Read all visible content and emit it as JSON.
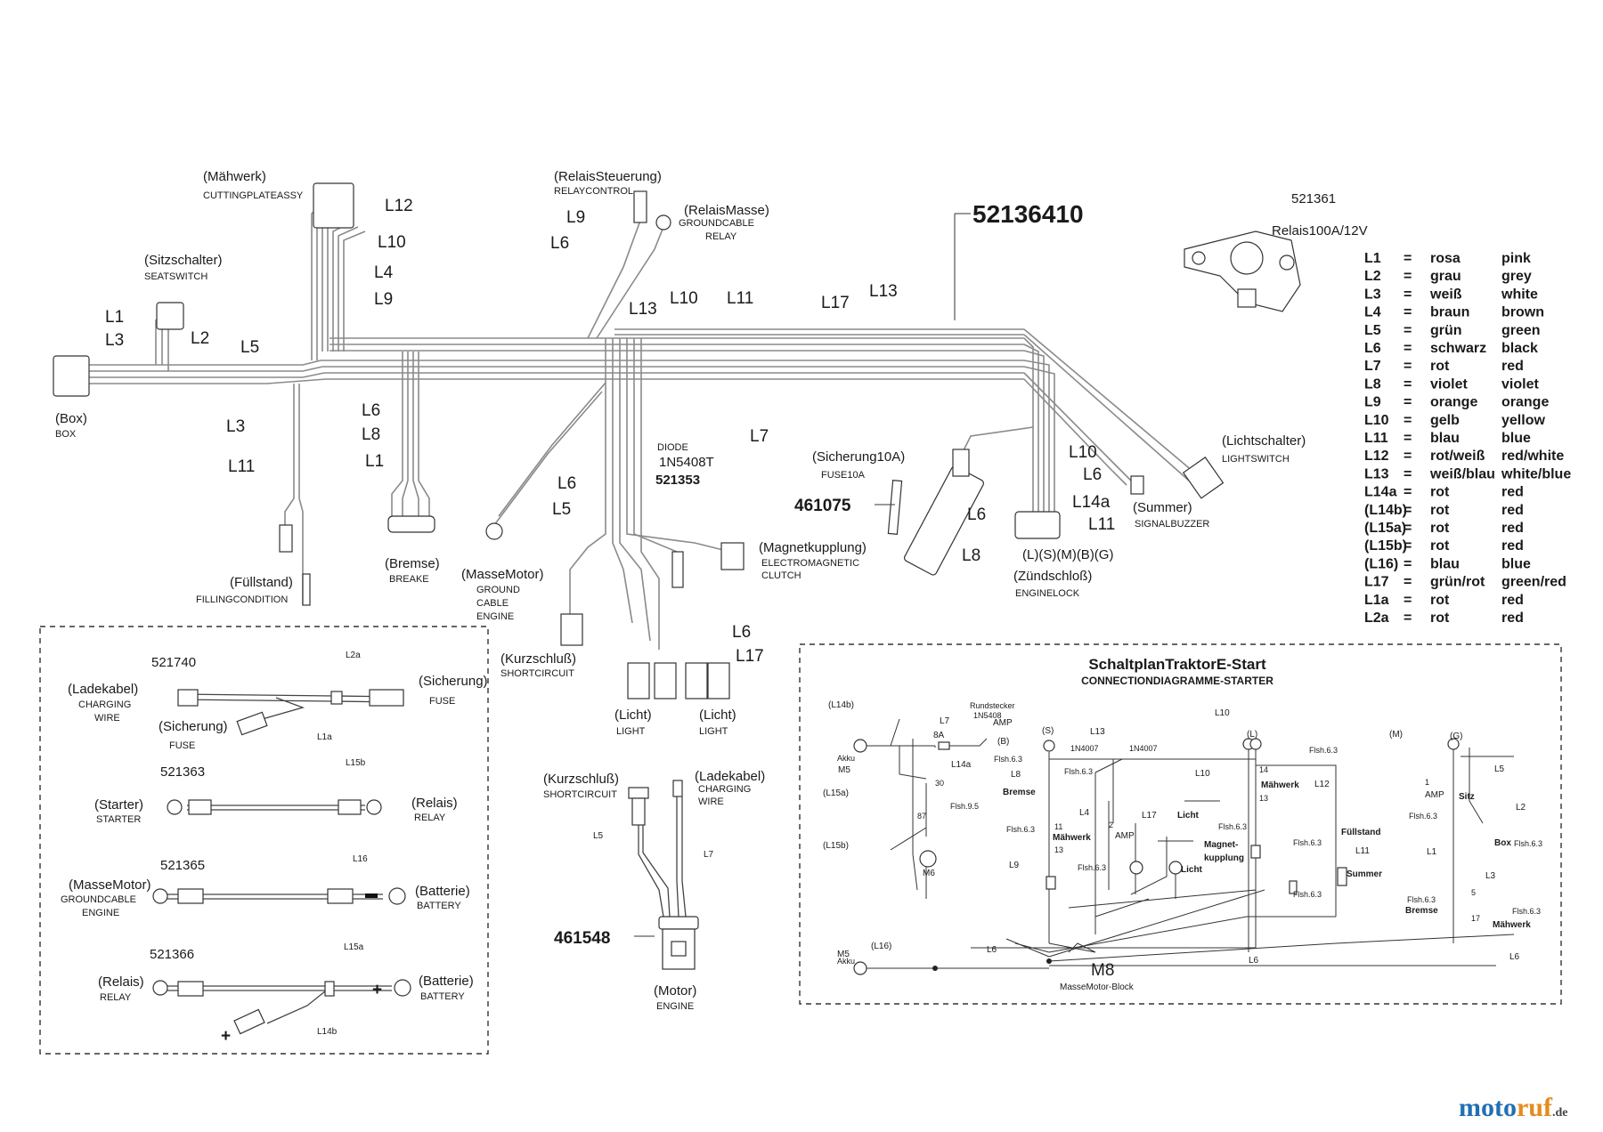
{
  "part_number": "52136410",
  "relay": {
    "number": "521361",
    "spec": "Relais100A/12V"
  },
  "components": {
    "maehwerk": {
      "de": "(Mähwerk)",
      "en": "CUTTINGPLATEASSY"
    },
    "relais_steuerung": {
      "de": "(RelaisSteuerung)",
      "en": "RELAYCONTROL"
    },
    "relais_masse": {
      "de": "(RelaisMasse)",
      "en1": "GROUNDCABLE",
      "en2": "RELAY"
    },
    "sitzschalter": {
      "de": "(Sitzschalter)",
      "en": "SEATSWITCH"
    },
    "box": {
      "de": "(Box)",
      "en": "BOX"
    },
    "fuellstand": {
      "de": "(Füllstand)",
      "en": "FILLINGCONDITION"
    },
    "bremse": {
      "de": "(Bremse)",
      "en": "BREAKE"
    },
    "masse_motor": {
      "de": "(MasseMotor)",
      "en1": "GROUND",
      "en2": "CABLE",
      "en3": "ENGINE"
    },
    "diode": {
      "label": "DIODE",
      "type": "1N5408T",
      "number": "521353"
    },
    "sicherung10a": {
      "de": "(Sicherung10A)",
      "en": "FUSE10A",
      "number": "461075"
    },
    "magnetkupplung": {
      "de": "(Magnetkupplung)",
      "en1": "ELECTROMAGNETIC",
      "en2": "CLUTCH"
    },
    "kurzschluss": {
      "de": "(Kurzschluß)",
      "en": "SHORTCIRCUIT"
    },
    "licht1": {
      "de": "(Licht)",
      "en": "LIGHT"
    },
    "licht2": {
      "de": "(Licht)",
      "en": "LIGHT"
    },
    "lichtschalter": {
      "de": "(Lichtschalter)",
      "en": "LIGHTSWITCH"
    },
    "summer": {
      "de": "(Summer)",
      "en": "SIGNALBUZZER"
    },
    "zuendschloss": {
      "pins": "(L)(S)(M)(B)(G)",
      "de": "(Zündschloß)",
      "en": "ENGINELOCK"
    }
  },
  "wire_labels": [
    "L1",
    "L2",
    "L3",
    "L4",
    "L5",
    "L6",
    "L7",
    "L8",
    "L9",
    "L10",
    "L11",
    "L12",
    "L13",
    "L14a",
    "L17"
  ],
  "color_key": [
    {
      "code": "L1",
      "de": "rosa",
      "en": "pink"
    },
    {
      "code": "L2",
      "de": "grau",
      "en": "grey"
    },
    {
      "code": "L3",
      "de": "weiß",
      "en": "white"
    },
    {
      "code": "L4",
      "de": "braun",
      "en": "brown"
    },
    {
      "code": "L5",
      "de": "grün",
      "en": "green"
    },
    {
      "code": "L6",
      "de": "schwarz",
      "en": "black"
    },
    {
      "code": "L7",
      "de": "rot",
      "en": "red"
    },
    {
      "code": "L8",
      "de": "violet",
      "en": "violet"
    },
    {
      "code": "L9",
      "de": "orange",
      "en": "orange"
    },
    {
      "code": "L10",
      "de": "gelb",
      "en": "yellow"
    },
    {
      "code": "L11",
      "de": "blau",
      "en": "blue"
    },
    {
      "code": "L12",
      "de": "rot/weiß",
      "en": "red/white"
    },
    {
      "code": "L13",
      "de": "weiß/blau",
      "en": "white/blue"
    },
    {
      "code": "L14a",
      "de": "rot",
      "en": "red"
    },
    {
      "code": "(L14b)",
      "de": "rot",
      "en": "red"
    },
    {
      "code": "(L15a)",
      "de": "rot",
      "en": "red"
    },
    {
      "code": "(L15b)",
      "de": "rot",
      "en": "red"
    },
    {
      "code": "(L16)",
      "de": "blau",
      "en": "blue"
    },
    {
      "code": "L17",
      "de": "grün/rot",
      "en": "green/red"
    },
    {
      "code": "L1a",
      "de": "rot",
      "en": "red"
    },
    {
      "code": "L2a",
      "de": "rot",
      "en": "red"
    }
  ],
  "eq": "=",
  "cables": [
    {
      "number": "521740",
      "wire": "L2a",
      "wire2": "L1a",
      "left_de": "(Ladekabel)",
      "left_en1": "CHARGING",
      "left_en2": "WIRE",
      "right_de": "(Sicherung)",
      "right_en": "FUSE",
      "mid_de": "(Sicherung)",
      "mid_en": "FUSE"
    },
    {
      "number": "521363",
      "wire": "L15b",
      "left_de": "(Starter)",
      "left_en": "STARTER",
      "right_de": "(Relais)",
      "right_en": "RELAY"
    },
    {
      "number": "521365",
      "wire": "L16",
      "left_de": "(MasseMotor)",
      "left_en1": "GROUNDCABLE",
      "left_en2": "ENGINE",
      "right_de": "(Batterie)",
      "right_en": "BATTERY"
    },
    {
      "number": "521366",
      "wire": "L15a",
      "wire2": "L14b",
      "left_de": "(Relais)",
      "left_en": "RELAY",
      "right_de": "(Batterie)",
      "right_en": "BATTERY"
    }
  ],
  "engine_harness": {
    "number": "461548",
    "left_de": "(Kurzschluß)",
    "left_en": "SHORTCIRCUIT",
    "right_de": "(Ladekabel)",
    "right_en1": "CHARGING",
    "right_en2": "WIRE",
    "wire_a": "L5",
    "wire_b": "L7",
    "bottom_de": "(Motor)",
    "bottom_en": "ENGINE"
  },
  "schematic": {
    "title": "SchaltplanTraktorE-Start",
    "subtitle": "CONNECTIONDIAGRAMME-STARTER",
    "labels": {
      "l14b": "(L14b)",
      "akku": "Akku",
      "m5": "M5",
      "l15a": "(L15a)",
      "l15b": "(L15b)",
      "m6": "M6",
      "l7": "L7",
      "fuse8a": "8A",
      "rundstecker": "Rundstecker",
      "diode1": "1N5408",
      "amp": "AMP",
      "b": "(B)",
      "l14a": "L14a",
      "flsh63": "Flsh.6.3",
      "flsh95": "Flsh.9.5",
      "s": "(S)",
      "l8": "L8",
      "bremse": "Bremse",
      "l13": "L13",
      "d1": "1N4007",
      "d2": "1N4007",
      "l": "(L)",
      "l10": "L10",
      "maehwerk": "Mähwerk",
      "l12": "L12",
      "m": "(M)",
      "g": "(G)",
      "l5": "L5",
      "amp2": "AMP",
      "sitz": "Sitz",
      "l2": "L2",
      "box": "Box",
      "l1": "L1",
      "l3": "L3",
      "l4": "L4",
      "l17": "L17",
      "licht": "Licht",
      "magnet": "Magnet-",
      "kupplung": "kupplung",
      "fuellstand": "Füllstand",
      "l11": "L11",
      "summer": "Summer",
      "l9": "L9",
      "licht2": "Licht",
      "bremse2": "Bremse",
      "maehwerk2": "Mähwerk",
      "l6": "L6",
      "m5b": "M5",
      "akku2": "Akku",
      "l16": "(L16)",
      "l6b": "L6",
      "m8": "M8",
      "masse": "MasseMotor-Block",
      "l6c": "L6",
      "l6d": "L6",
      "n30": "30",
      "n87": "87",
      "n14": "14",
      "n13": "13",
      "n11": "11",
      "n2": "2",
      "n1": "1",
      "n5": "5",
      "n17": "17"
    }
  },
  "logo": {
    "a": "moto",
    "b": "ruf",
    "c": ".de"
  },
  "colors": {
    "wire": "#8a8a8a",
    "line": "#333333",
    "logo_blue": "#1f6fb5",
    "logo_orange": "#e58b1c"
  }
}
